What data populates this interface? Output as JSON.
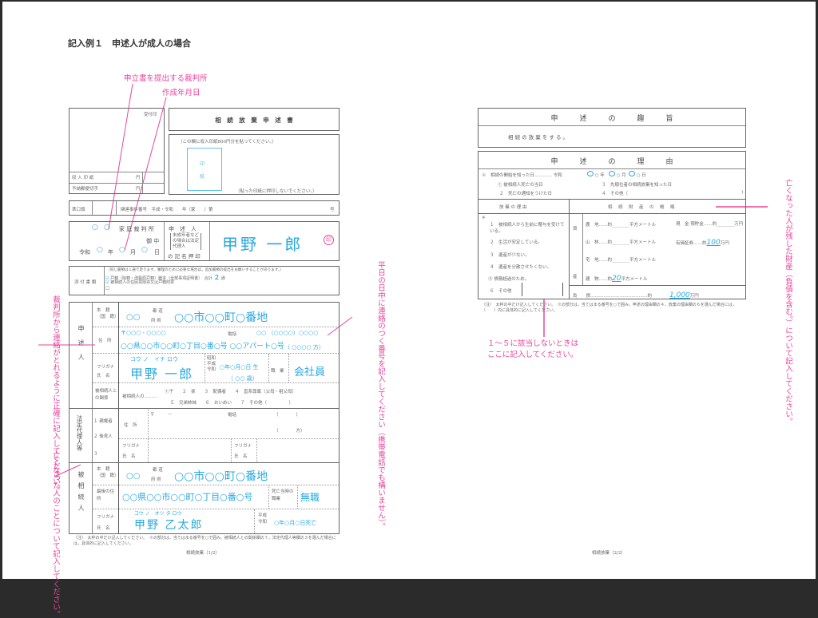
{
  "page_title": "記入例１　申述人が成人の場合",
  "colors": {
    "handwriting": "#29a8e0",
    "annotation": "#e8459b",
    "ink": "#555555"
  },
  "annotations": {
    "court": "申立書を提出する裁判所",
    "date": "作成年月日",
    "phone": "平日の日中に連絡のつく番号を記入してください（携帯電話でも構いません）。",
    "address": "裁判所から連絡がとれるように正確に記入してください。",
    "deceased": "亡くなった人のことについて記入してください。",
    "assets": "亡くなった人が残した財産（負債を含む。）について記入してください。",
    "other_line1": "１～５に該当しないときは",
    "other_line2": "ここに記入してください。"
  },
  "form1": {
    "receipt_label": "受付印",
    "revenue_stamp": "収 入 印 紙",
    "postage": "予納郵便切手",
    "yen": "円",
    "title": "相　続　放　棄　申　述　書",
    "stamp_note": "（この欄に収入印紙800円分を貼ってください。）",
    "stamp_box_1": "印",
    "stamp_box_2": "紙",
    "stamp_note2": "（貼った印紙に押印しないでください。）",
    "oral": "準口頭",
    "related_case": "関連事件番号　平成・令和　　年（家　　）第",
    "case_no": "号",
    "court_circle1": "○",
    "court_circle2": "○",
    "court_suffix": "家 庭 裁 判 所",
    "onchu": "御 中",
    "date_era": "令和",
    "date_y": "○",
    "date_y_label": "年",
    "date_m": "○",
    "date_m_label": "月",
    "date_d": "○",
    "date_d_label": "日",
    "applicant_sign_1": "申　述　人",
    "applicant_sign_2": "未成年者など",
    "applicant_sign_3": "の場合は法定",
    "applicant_sign_4": "代理人",
    "applicant_sign_5": "の 記 名 押 印",
    "signature": "甲野 一郎",
    "seal": "印",
    "attachments_label": "添 付 書 類",
    "attach_note": "（同じ書類は１通で足ります。審理のために必要な場合は，追加書類の提出をお願いすることがあります。）",
    "attach_1": "戸籍（除籍・改製原戸籍）謄本（全部事項証明書）　合計",
    "attach_count": "２",
    "attach_count_unit": "通",
    "attach_2": "被相続人の住民票除票又は戸籍附票",
    "applicant": {
      "section": "申述人",
      "domicile_label": "本　籍（国　籍）",
      "pref_label_1": "都 道",
      "pref_label_2": "府 県",
      "domicile_pref": "○○",
      "domicile_value": "○○市○○町○番地",
      "address_label": "住　所",
      "postal": "〒○○○ - ○○○○",
      "phone_label": "電話",
      "phone_value": "○○ （○○○○）○○○○",
      "address_value": "○○県○○市○○町○丁目○番○号 ○○アパート○号",
      "care_of": "（ ○○○○ 方）",
      "furigana_label": "フリガナ",
      "name_label": "氏　名",
      "furigana": "コウ ノ　イチ ロウ",
      "name": "甲野 一郎",
      "era_options": "昭和 平成 令和",
      "birth": "○年○月○日 生",
      "age": "（ ○○ 歳）",
      "occupation_label": "職　業",
      "occupation": "会社員",
      "relation_label": "被相続人との関係",
      "relation_prefix": "被相続人の………",
      "relation_opts_1": "①子　　２　孫　　３　配偶者　　４　直系尊属（父母・祖父母）",
      "relation_opts_2": "５　兄弟姉妹　　６　おいめい　　７　その他（　　　　　）"
    },
    "agent": {
      "section": "法定代理人等",
      "opt1": "１ 親権者",
      "opt2": "２ 後見人",
      "opt3": "３",
      "address_label": "住　所",
      "postal": "〒　　　－",
      "phone_label": "電話",
      "paren": "（　　　　）",
      "care_of": "（　　　　方）",
      "furigana_label": "フリガナ",
      "name_label": "氏　名"
    },
    "deceased": {
      "section": "被相続人",
      "domicile_label": "本　籍（国　籍）",
      "pref_label_1": "都 道",
      "pref_label_2": "府 県",
      "domicile_pref": "○○",
      "domicile_value": "○○市○○町○番地",
      "last_address_label": "最後の住所",
      "last_address": "○○県○○市○○町○丁目○番○号",
      "occupation_label": "死亡当時の職業",
      "occupation": "無職",
      "furigana_label": "フリガナ",
      "name_label": "氏　名",
      "furigana": "コウ ノ　オツ タ ロウ",
      "name": "甲野 乙太郎",
      "era": "平成 令和",
      "death_date": "○年○月○日死亡"
    },
    "note": "（注）　太枠の中だけ記入してください。　※の部分は，当てはまる番号を○で囲み，被相続人との関係欄の７，法定代理人等欄の３を選んだ場合には，具体的に記入してください。",
    "footer": "相続放棄（1/2）"
  },
  "form2": {
    "purpose_title": "申　　　述　　　の　　　趣　　　旨",
    "purpose_text": "相 続 の 放 棄 を す る 。",
    "reason_title": "申　　　述　　　の　　　理　　　由",
    "known_date_label": "※　相続の開始を知った日………… 令和",
    "known_y": "○ 年",
    "known_m": "○ 月",
    "known_d": "○ 日",
    "known_opt1": "① 被相続人死亡の当日",
    "known_opt2": "２　死亡の通知をうけた日",
    "known_opt3": "３　先順位者の相続放棄を知った日",
    "known_opt4": "４　その他（",
    "reasons_title": "放 棄 の 理 由",
    "reasons": [
      "１　被相続人から生前に贈与を受けている。",
      "２　生活が安定している。",
      "３　遺産が少ない。",
      "４　遺産を分散させたくない。",
      "⑤ 債務超過のため。",
      "６　その他"
    ],
    "assets_title": "相　続　財　産　の　概　略",
    "assets_label_1": "資",
    "assets_label_2": "産",
    "farmland": "農　地……約________平方メートル",
    "cash": "現　金 預貯金……約________万円",
    "forest": "山　林……約________平方メートル",
    "securities": "有価証券……約",
    "securities_value": "100",
    "residential": "宅　地……約________平方メートル",
    "building": "建　物……約",
    "building_value": "20",
    "sqm": "平方メートル",
    "man_yen": "万円",
    "debt_label": "負　　債…………………………………約",
    "debt_value": "1,000",
    "note": "（注）　太枠の中だけ記入してください。　※の部分は，当てはまる番号を○で囲み，申述の理由欄の４，放棄の理由欄の６を選んだ場合には，（　　）内に具体的に記入してください。",
    "footer": "相続放棄（2/2）"
  }
}
